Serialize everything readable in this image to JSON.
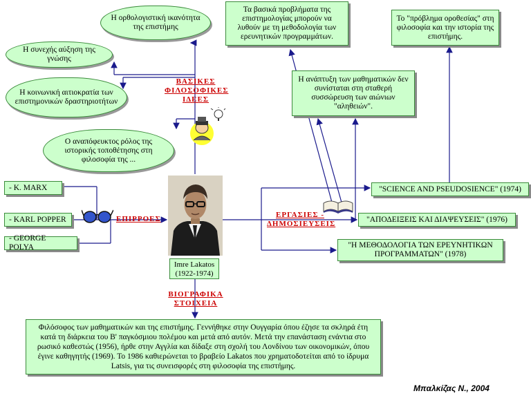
{
  "clouds": {
    "rational": "Η ορθολογιστική ικανότητα της επιστήμης",
    "growth": "Η συνεχής αύξηση της γνώσης",
    "meritocracy": "Η κοινωνική αιτιοκρατία των επιστημονικών δραστηριοτήτων",
    "historical": "Ο αναπόφευκτος ρόλος της ιστορικής τοποθέτησης στη φιλοσοφία της ..."
  },
  "headers": {
    "ideas": "ΒΑΣΙΚΕΣ ΦΙΛΟΣΟΦΙΚΕΣ ΙΔΕΕΣ",
    "influences": "ΕΠΙΡΡΟΕΣ",
    "works": "ΕΡΓΑΣΙΕΣ - ΔΗΜΟΣΙΕΥΣΕΙΣ",
    "bio": "ΒΙΟΓΡΑΦΙΚΑ ΣΤΟΙΧΕΙΑ"
  },
  "influences": [
    "- K. MARX",
    "- KARL POPPER",
    "- GEORGE POLYA"
  ],
  "center": {
    "name": "Imre Lakatos",
    "years": "(1922-1974)"
  },
  "top_boxes": {
    "problems": "Τα βασικά προβλήματα της επιστημολογίας μπορούν να λυθούν με τη μεθοδολογία των ερευνητικών προγραμμάτων.",
    "demarcation": "Το \"πρόβλημα οροθεσίας\" στη φιλοσοφία και την ιστορία της επιστήμης.",
    "math": "Η ανάπτυξη των μαθηματικών δεν συνίσταται στη σταθερή συσσώρευση των αιώνιων \"αληθειών\"."
  },
  "works": [
    "\"SCIENCE AND PSEUDOSIENCE\" (1974)",
    "\"ΑΠΟΔΕΙΞΕΙΣ ΚΑΙ ΔΙΑΨΕΥΣΕΙΣ\" (1976)",
    "\"Η ΜΕΘΟΔΟΛΟΓΙΑ ΤΩΝ ΕΡΕΥΝΗΤΙΚΩΝ ΠΡΟΓΡΑΜΜΑΤΩΝ\" (1978)"
  ],
  "bio": "Φιλόσοφος των μαθηματικών και της επιστήμης. Γεννήθηκε στην Ουγγαρία όπου έζησε τα σκληρά έτη κατά τη διάρκεια του Β' παγκόσμιου πολέμου και μετά από αυτόν. Μετά την επανάσταση ενάντια στο ρωσικό καθεστώς (1956), ήρθε στην Αγγλία και δίδαξε στη σχολή του Λονδίνου των οικονομικών, όπου έγινε καθηγητής (1969). Το 1986 καθιερώνεται το βραβείο Lakatos που χρηματοδοτείται από το ίδρυμα Latsis, για τις συνεισφορές στη φιλοσοφία της επιστήμης.",
  "author": "Μπαλκίζας Ν., 2004",
  "colors": {
    "box": "#ccffcc",
    "border": "#3a8a3a",
    "header": "#cc0000",
    "line": "#1a1a8c"
  }
}
